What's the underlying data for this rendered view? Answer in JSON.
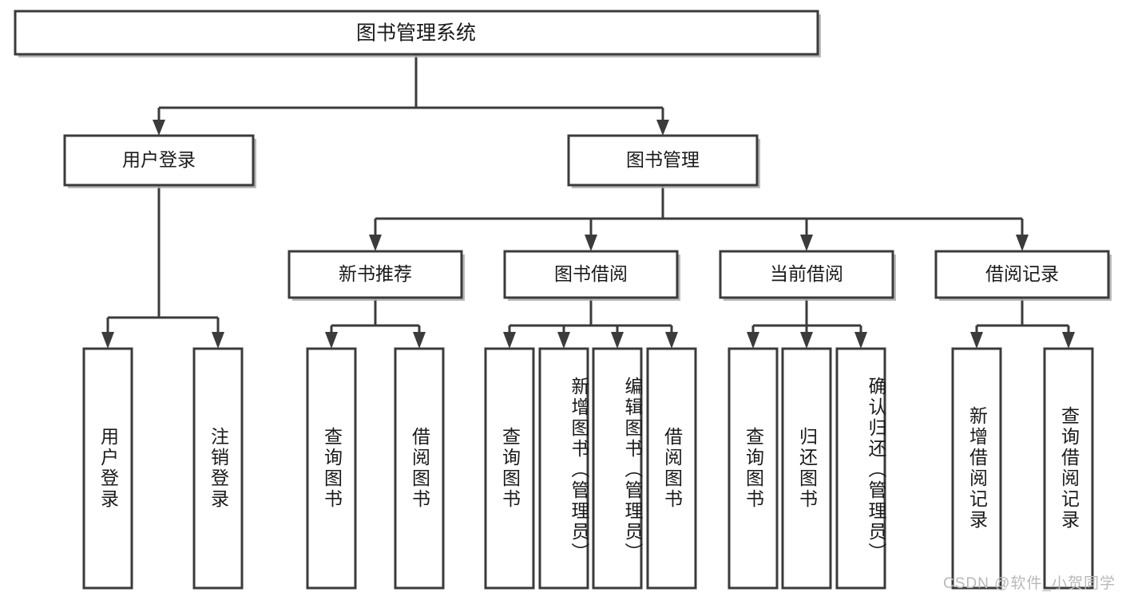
{
  "diagram": {
    "title": "图书管理系统",
    "type": "tree",
    "watermark": "CSDN @软件_小贺同学",
    "colors": {
      "background": "#ffffff",
      "box_fill": "#ffffff",
      "box_stroke": "#3b3b3b",
      "shadow": "#aeaeae",
      "text": "#1a1a1a",
      "watermark": "#b9b9b9"
    },
    "root": {
      "label": "图书管理系统"
    },
    "level2": [
      {
        "label": "用户登录"
      },
      {
        "label": "图书管理"
      }
    ],
    "level3": [
      {
        "label": "新书推荐"
      },
      {
        "label": "图书借阅"
      },
      {
        "label": "当前借阅"
      },
      {
        "label": "借阅记录"
      }
    ],
    "leaves": {
      "user_login": [
        {
          "label": "用户登录"
        },
        {
          "label": "注销登录"
        }
      ],
      "new_book_recommend": [
        {
          "label": "查询图书"
        },
        {
          "label": "借阅图书"
        }
      ],
      "book_borrow": [
        {
          "label": "查询图书"
        },
        {
          "label": "新增图书（管理员）"
        },
        {
          "label": "编辑图书（管理员）"
        },
        {
          "label": "借阅图书"
        }
      ],
      "current_borrow": [
        {
          "label": "查询图书"
        },
        {
          "label": "归还图书"
        },
        {
          "label": "确认归还（管理员）"
        }
      ],
      "borrow_record": [
        {
          "label": "新增借阅记录"
        },
        {
          "label": "查询借阅记录"
        }
      ]
    }
  }
}
